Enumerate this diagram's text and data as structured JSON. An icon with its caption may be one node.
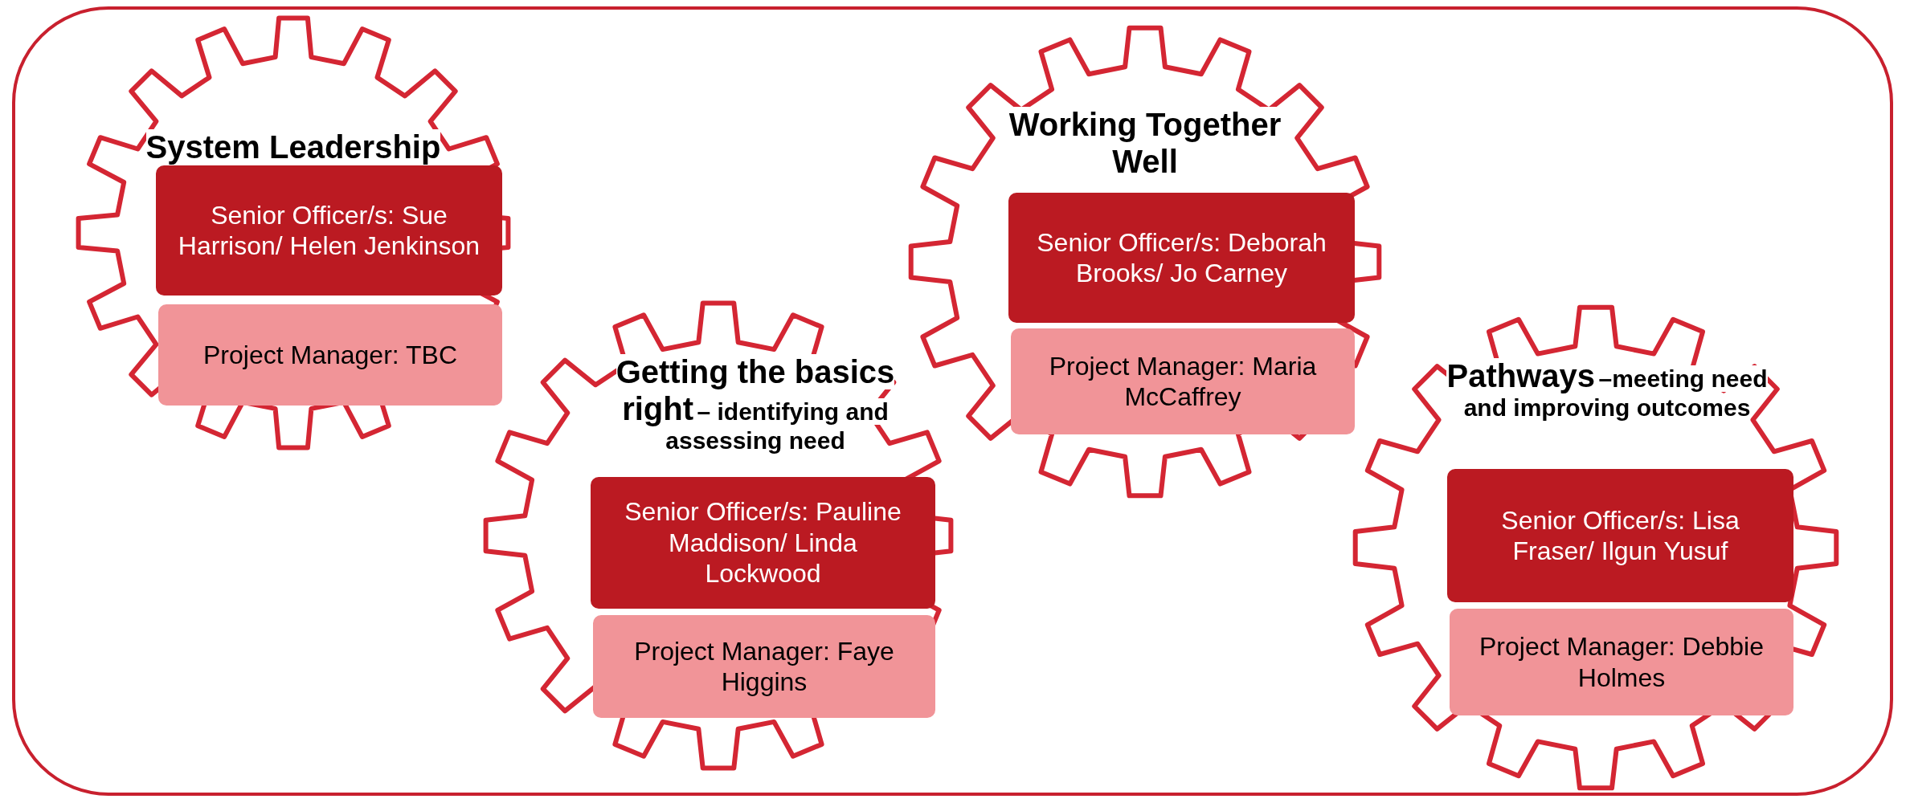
{
  "diagram": {
    "nodes": [
      {
        "text": [
          "System Leadership"
        ]
      },
      {
        "text": [
          "Senior Officer/s: Sue Harrison/ Helen Jenkinson"
        ],
        "in": 0
      },
      {
        "text": [
          "Project Manager: TBC"
        ],
        "in": 0
      },
      {
        "text": [
          "Getting the basics right",
          "– identifying and assessing need"
        ]
      },
      {
        "text": [
          "Senior Officer/s: Pauline Maddison/ Linda Lockwood"
        ],
        "in": 3
      },
      {
        "text": [
          "Project Manager: Faye Higgins"
        ],
        "in": 3
      },
      {
        "text": [
          "Working Together Well"
        ]
      },
      {
        "text": [
          "Senior Officer/s: Deborah Brooks/ Jo Carney"
        ],
        "in": 6
      },
      {
        "text": [
          "Project Manager: Maria McCaffrey"
        ],
        "in": 6
      },
      {
        "text": [
          "Pathways",
          "–meeting need and improving outcomes"
        ]
      },
      {
        "text": [
          "Senior Officer/s: Lisa Fraser/ Ilgun Yusuf"
        ],
        "in": 9
      },
      {
        "text": [
          "Project Manager: Debbie Holmes"
        ],
        "in": 9
      }
    ]
  }
}
